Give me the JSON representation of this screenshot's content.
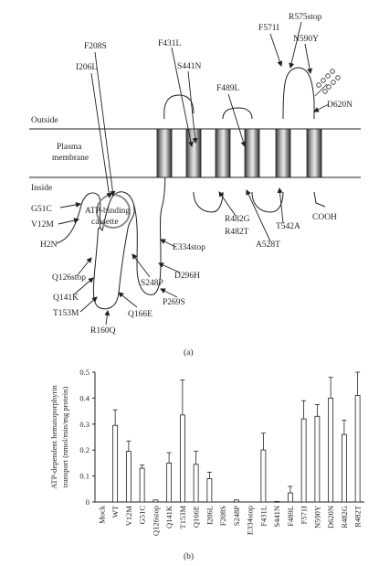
{
  "diagram": {
    "outside_label": "Outside",
    "membrane_label_1": "Plasma",
    "membrane_label_2": "membrane",
    "inside_label": "Inside",
    "abc_label_1": "ATP-binding",
    "abc_label_2": "cassette",
    "n_terminus": "H2N",
    "c_terminus": "COOH",
    "mutations": [
      "G51C",
      "V12M",
      "Q126stop",
      "Q141K",
      "T153M",
      "R160Q",
      "Q166E",
      "S248P",
      "P269S",
      "D296H",
      "E334stop",
      "F208S",
      "I206L",
      "F431L",
      "S441N",
      "F489L",
      "R482G",
      "R482T",
      "A528T",
      "T542A",
      "F571I",
      "R575stop",
      "N590Y",
      "D620N"
    ],
    "panel_label": "(a)"
  },
  "chart_data": {
    "type": "bar",
    "categories": [
      "Mock",
      "WT",
      "V12M",
      "G51C",
      "Q126stop",
      "Q141K",
      "T153M",
      "Q166E",
      "I206L",
      "F208S",
      "S248P",
      "E334stop",
      "F431L",
      "S441N",
      "F489L",
      "F571I",
      "N590Y",
      "D620N",
      "R482G",
      "R482T"
    ],
    "values": [
      0.0,
      0.295,
      0.195,
      0.13,
      0.008,
      0.15,
      0.335,
      0.145,
      0.09,
      0.0,
      0.008,
      0.0,
      0.2,
      0.002,
      0.035,
      0.32,
      0.33,
      0.4,
      0.26,
      0.41
    ],
    "errors": [
      0.0,
      0.06,
      0.04,
      0.012,
      0.0,
      0.04,
      0.135,
      0.05,
      0.025,
      0.0,
      0.0,
      0.0,
      0.065,
      0.0,
      0.025,
      0.07,
      0.045,
      0.08,
      0.055,
      0.09
    ],
    "ylabel_1": "ATP-dependent hematoporphyrin",
    "ylabel_2": "transport (nmol/min/mg protein)",
    "ylim": [
      0,
      0.5
    ],
    "yticks": [
      "0",
      "0.1",
      "0.2",
      "0.3",
      "0.4",
      "0.5"
    ],
    "grid": false,
    "panel_label": "(b)"
  }
}
